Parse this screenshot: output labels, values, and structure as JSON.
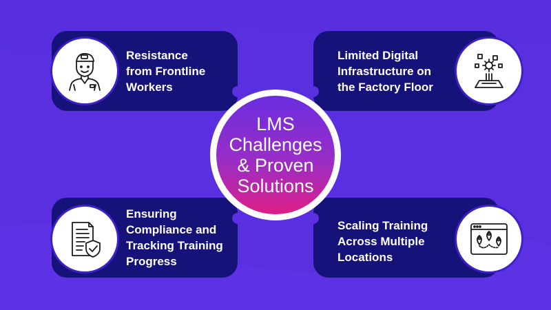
{
  "center": {
    "title": "LMS\nChallenges\n& Proven\nSolutions"
  },
  "cards": {
    "top_left": {
      "text": "Resistance\nfrom Frontline\nWorkers",
      "icon": "frontline-worker-icon"
    },
    "top_right": {
      "text": "Limited Digital\nInfrastructure on\nthe Factory Floor",
      "icon": "digital-infrastructure-icon"
    },
    "bottom_left": {
      "text": "Ensuring\nCompliance and\nTracking Training\nProgress",
      "icon": "compliance-document-icon"
    },
    "bottom_right": {
      "text": "Scaling Training\nAcross Multiple\nLocations",
      "icon": "multiple-locations-icon"
    }
  },
  "colors": {
    "background": "#5a2fe0",
    "card": "#15127a",
    "center_gradient_top": "#6a2ddf",
    "center_gradient_bottom": "#dc1f86"
  }
}
